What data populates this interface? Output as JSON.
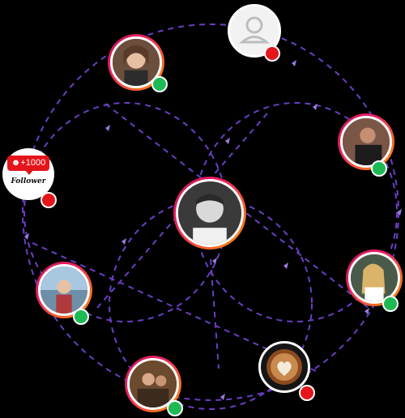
{
  "network": {
    "follower_badge": {
      "count_text": "+1000",
      "label": "Follower",
      "icon": "user-icon"
    },
    "placeholder_user": {
      "icon": "user-silhouette-icon",
      "status": "offline"
    },
    "center_user": {
      "icon": "avatar-photo",
      "status": "none"
    },
    "contacts": [
      {
        "id": "top-left",
        "status": "online"
      },
      {
        "id": "right-top",
        "status": "online"
      },
      {
        "id": "left-middle",
        "status": "online"
      },
      {
        "id": "right-middle",
        "status": "online"
      },
      {
        "id": "bottom-left",
        "status": "online"
      },
      {
        "id": "coffee",
        "status": "offline",
        "icon": "coffee-heart-icon"
      }
    ],
    "colors": {
      "background": "#000000",
      "connection_line": "#6a3fc4",
      "online": "#1db954",
      "offline": "#e5151c",
      "badge": "#e5151c",
      "ring_start": "#c2185b",
      "ring_end": "#ff9800"
    }
  }
}
